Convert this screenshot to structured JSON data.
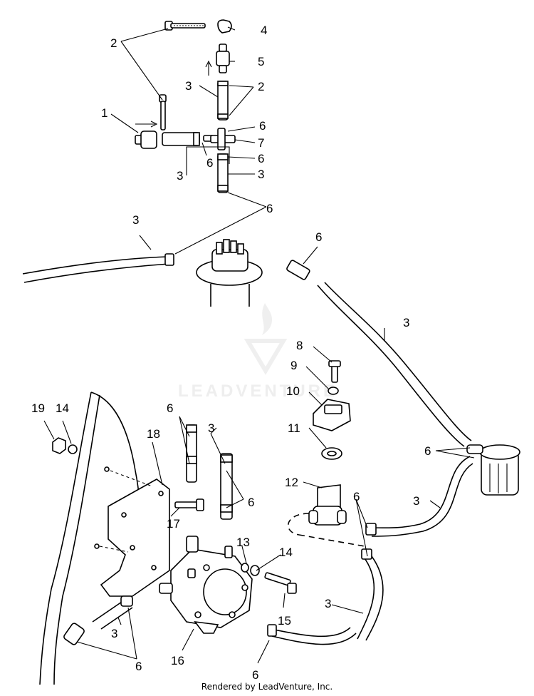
{
  "watermark": {
    "text": "LEADVENTURE"
  },
  "footer": {
    "text": "Rendered by LeadVenture, Inc."
  },
  "callouts": [
    {
      "id": "c1",
      "label": "1"
    },
    {
      "id": "c2a",
      "label": "2"
    },
    {
      "id": "c2b",
      "label": "2"
    },
    {
      "id": "c3a",
      "label": "3"
    },
    {
      "id": "c3b",
      "label": "3"
    },
    {
      "id": "c3c",
      "label": "3"
    },
    {
      "id": "c3d",
      "label": "3"
    },
    {
      "id": "c3e",
      "label": "3"
    },
    {
      "id": "c3f",
      "label": "3"
    },
    {
      "id": "c3g",
      "label": "3"
    },
    {
      "id": "c3h",
      "label": "3"
    },
    {
      "id": "c3i",
      "label": "3"
    },
    {
      "id": "c4",
      "label": "4"
    },
    {
      "id": "c5",
      "label": "5"
    },
    {
      "id": "c6a",
      "label": "6"
    },
    {
      "id": "c6b",
      "label": "6"
    },
    {
      "id": "c6c",
      "label": "6"
    },
    {
      "id": "c6d",
      "label": "6"
    },
    {
      "id": "c6e",
      "label": "6"
    },
    {
      "id": "c6f",
      "label": "6"
    },
    {
      "id": "c6g",
      "label": "6"
    },
    {
      "id": "c6h",
      "label": "6"
    },
    {
      "id": "c6i",
      "label": "6"
    },
    {
      "id": "c6j",
      "label": "6"
    },
    {
      "id": "c6k",
      "label": "6"
    },
    {
      "id": "c7",
      "label": "7"
    },
    {
      "id": "c8",
      "label": "8"
    },
    {
      "id": "c9",
      "label": "9"
    },
    {
      "id": "c10",
      "label": "10"
    },
    {
      "id": "c11",
      "label": "11"
    },
    {
      "id": "c12",
      "label": "12"
    },
    {
      "id": "c13",
      "label": "13"
    },
    {
      "id": "c14a",
      "label": "14"
    },
    {
      "id": "c14b",
      "label": "14"
    },
    {
      "id": "c15",
      "label": "15"
    },
    {
      "id": "c16",
      "label": "16"
    },
    {
      "id": "c17",
      "label": "17"
    },
    {
      "id": "c18",
      "label": "18"
    },
    {
      "id": "c19",
      "label": "19"
    }
  ]
}
